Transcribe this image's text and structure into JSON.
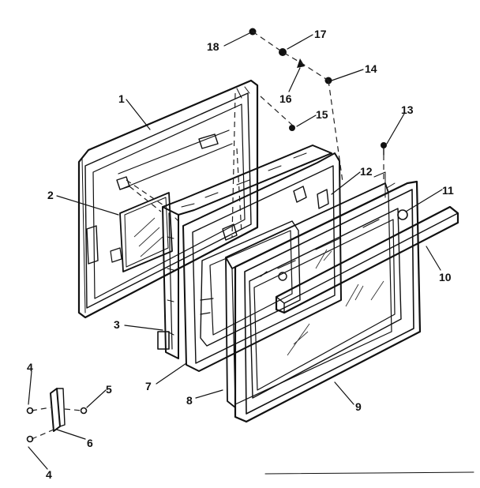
{
  "diagram": {
    "labels": {
      "p1": "1",
      "p2": "2",
      "p3": "3",
      "p4a": "4",
      "p4b": "4",
      "p5": "5",
      "p6": "6",
      "p7": "7",
      "p8": "8",
      "p9": "9",
      "p10": "10",
      "p11": "11",
      "p12": "12",
      "p13": "13",
      "p14": "14",
      "p15": "15",
      "p16": "16",
      "p17": "17",
      "p18": "18"
    }
  }
}
